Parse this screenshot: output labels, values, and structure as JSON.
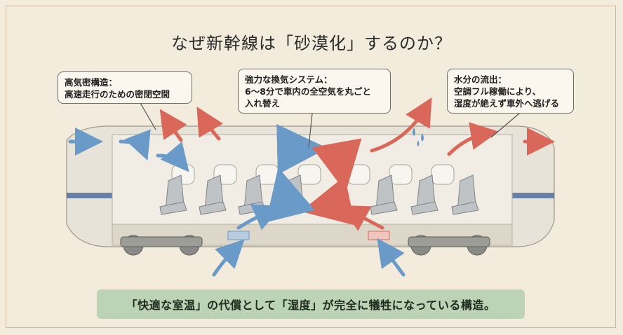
{
  "title": "なぜ新幹線は「砂漠化」するのか？",
  "callouts": {
    "left": {
      "lines": [
        "高気密構造：",
        "高速走行のための密閉空間"
      ]
    },
    "center": {
      "lines": [
        "強力な換気システム：",
        "6〜8分で車内の全空気を丸ごと",
        "入れ替え"
      ]
    },
    "right": {
      "lines": [
        "水分の流出：",
        "空調フル稼働により、",
        "湿度が絶えず車外へ逃げる"
      ]
    }
  },
  "banner": "「快適な室温」の代償として「湿度」が完全に犠牲になっている構造。",
  "colors": {
    "background": "#f3ecdd",
    "cool_arrow": "#6a9ac7",
    "warm_arrow": "#d9685a",
    "banner_fill": "#bdd3b6",
    "train_body": "#e8e3d8",
    "train_stripe": "#3f5f95"
  }
}
